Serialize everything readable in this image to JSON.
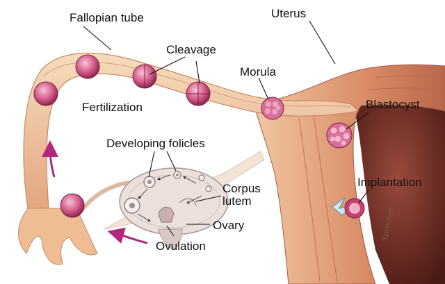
{
  "labels": {
    "fallopian_tube": "Fallopian tube",
    "uterus": "Uterus",
    "cleavage": "Cleavage",
    "morula": "Morula",
    "fertilization": "Fertilization",
    "blastocyst": "Blastocyst",
    "developing_follicles": "Developing folicles",
    "corpus_line1": "Corpus",
    "corpus_line2": "lutem",
    "implantation": "Implantation",
    "ovary": "Ovary",
    "ovulation": "Ovulation"
  },
  "signature": "Sprecker",
  "colors": {
    "tissue_light": "#f3d2ae",
    "tissue_mid": "#e9ad86",
    "muscle": "#c97a5c",
    "muscle_dark": "#9c4f3b",
    "cavity": "#6b2a22",
    "cell": "#d65a8a",
    "ovary": "#e9dcd8",
    "arrow": "#b3267e"
  }
}
